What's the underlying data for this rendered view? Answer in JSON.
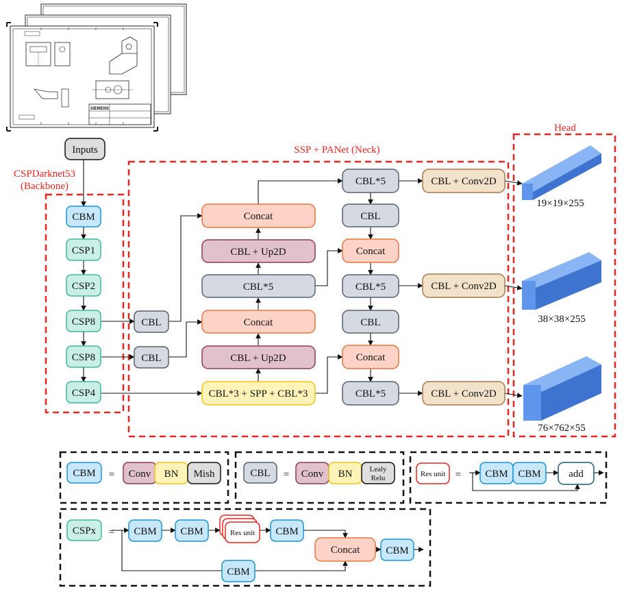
{
  "regions": {
    "backbone_line1": "CSPDarknet53",
    "backbone_line2": "(Backbone)",
    "neck": "SSP + PANet (Neck)",
    "head": "Head"
  },
  "nodes": {
    "inputs": "Inputs",
    "cbm": "CBM",
    "csp1": "CSP1",
    "csp2": "CSP2",
    "csp8a": "CSP8",
    "csp8b": "CSP8",
    "csp4": "CSP4",
    "cbl_a": "CBL",
    "cbl_b": "CBL",
    "concat_top": "Concat",
    "cbl_up2d_top": "CBL + Up2D",
    "cbl5_mid": "CBL*5",
    "concat_mid": "Concat",
    "cbl_up2d_low": "CBL + Up2D",
    "spp": "CBL*3 + SPP + CBL*3",
    "r_cbl5_top": "CBL*5",
    "r_cbl_1": "CBL",
    "r_concat_1": "Concat",
    "r_cbl5_mid": "CBL*5",
    "r_cbl_2": "CBL",
    "r_concat_2": "Concat",
    "r_cbl5_bot": "CBL*5",
    "conv_top": "CBL + Conv2D",
    "conv_mid": "CBL + Conv2D",
    "conv_bot": "CBL + Conv2D"
  },
  "outputs": {
    "top": "19×19×255",
    "mid": "38×38×255",
    "bot": "76×762×55"
  },
  "legend": {
    "cbm": {
      "name": "CBM",
      "eq": "=",
      "parts": [
        "Conv",
        "BN",
        "Mish"
      ]
    },
    "cbl": {
      "name": "CBL",
      "eq": "=",
      "parts": [
        "Conv",
        "BN"
      ],
      "act_line1": "Lealy",
      "act_line2": "Relu"
    },
    "res": {
      "name": "Res unit",
      "eq": "=",
      "parts": [
        "CBM",
        "CBM"
      ],
      "add": "add"
    },
    "cspx": {
      "name": "CSPx",
      "eq": "=",
      "cbm": "CBM",
      "res": "Res unit",
      "concat": "Concat"
    }
  },
  "drawing": {
    "brand": "SIEMENS"
  },
  "colors": {
    "red": "#e8251f",
    "blue_fill": "#c6e8fa",
    "blue_stroke": "#1a94d6",
    "teal_fill": "#c9efe6",
    "teal_stroke": "#3fb79d",
    "gray_fill": "#d4d9e2",
    "gray_stroke": "#56606e",
    "salmon_fill": "#fcd3c6",
    "salmon_stroke": "#e8743f",
    "mauve_fill": "#e1c1cc",
    "mauve_stroke": "#8c3a55",
    "yellow_fill": "#fff3b8",
    "yellow_stroke": "#f0c419",
    "tan_fill": "#f3e2ca",
    "tan_stroke": "#a5774a",
    "cube_front": "#5f95ea",
    "cube_top": "#8ab5f4",
    "cube_side": "#3e74cf"
  }
}
